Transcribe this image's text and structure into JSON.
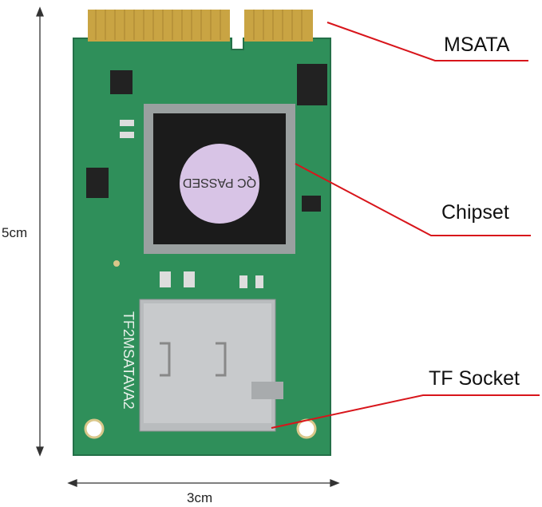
{
  "labels": {
    "msata": "MSATA",
    "chipset": "Chipset",
    "tf_socket": "TF Socket"
  },
  "dimensions": {
    "height": "5cm",
    "width": "3cm"
  },
  "board": {
    "chip_sticker": "QC PASSED",
    "silkscreen": "TF2MSATAVA2"
  },
  "colors": {
    "pcb": "#2f8f5a",
    "callout": "#d8151b",
    "gold": "#c9a443"
  }
}
